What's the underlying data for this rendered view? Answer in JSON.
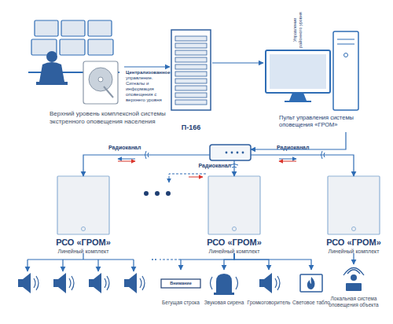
{
  "diagram": {
    "nodes": [
      {
        "text": [
          "Верхний уровень комплексной системы экстренного оповещения населения"
        ]
      },
      {
        "text": [
          "П-166"
        ]
      },
      {
        "text": [
          "Управление районного уровня",
          "Пульт управления системы оповещения «ГРОМ»"
        ]
      },
      {
        "text": []
      },
      {
        "text": [
          "РСО «ГРОМ»",
          "Линейный комплект"
        ]
      },
      {
        "text": [
          "РСО «ГРОМ»",
          "Линейный комплект"
        ]
      },
      {
        "text": [
          "РСО «ГРОМ»",
          "Линейный комплект"
        ]
      },
      {
        "text": [
          "Внимание",
          "Бегущая строка"
        ]
      },
      {
        "text": [
          "Звуковая сирена"
        ]
      },
      {
        "text": [
          "Громкоговоритель"
        ]
      },
      {
        "text": [
          "Световое табло"
        ]
      },
      {
        "text": [
          "Локальная система оповещения объекта"
        ]
      }
    ],
    "edges": [
      {
        "from": 0,
        "to": 1,
        "arrow": "to",
        "label": "Централизованное управление. Сигналы и информация оповещения с верхнего уровня"
      },
      {
        "from": 1,
        "to": 2,
        "arrow": "to"
      },
      {
        "from": 2,
        "to": 3,
        "arrow": "to"
      },
      {
        "from": 3,
        "to": 4,
        "arrow": "to",
        "label": "Радиоканал"
      },
      {
        "from": 3,
        "to": 5,
        "arrow": "to",
        "label": "Радиоканал"
      },
      {
        "from": 3,
        "to": 6,
        "arrow": "to",
        "label": "Радиоканал"
      },
      {
        "from": 5,
        "to": 7,
        "arrow": "to"
      },
      {
        "from": 5,
        "to": 8,
        "arrow": "to"
      },
      {
        "from": 5,
        "to": 9,
        "arrow": "to"
      },
      {
        "from": 5,
        "to": 10,
        "arrow": "to"
      },
      {
        "from": 6,
        "to": 11,
        "arrow": "to"
      }
    ]
  }
}
